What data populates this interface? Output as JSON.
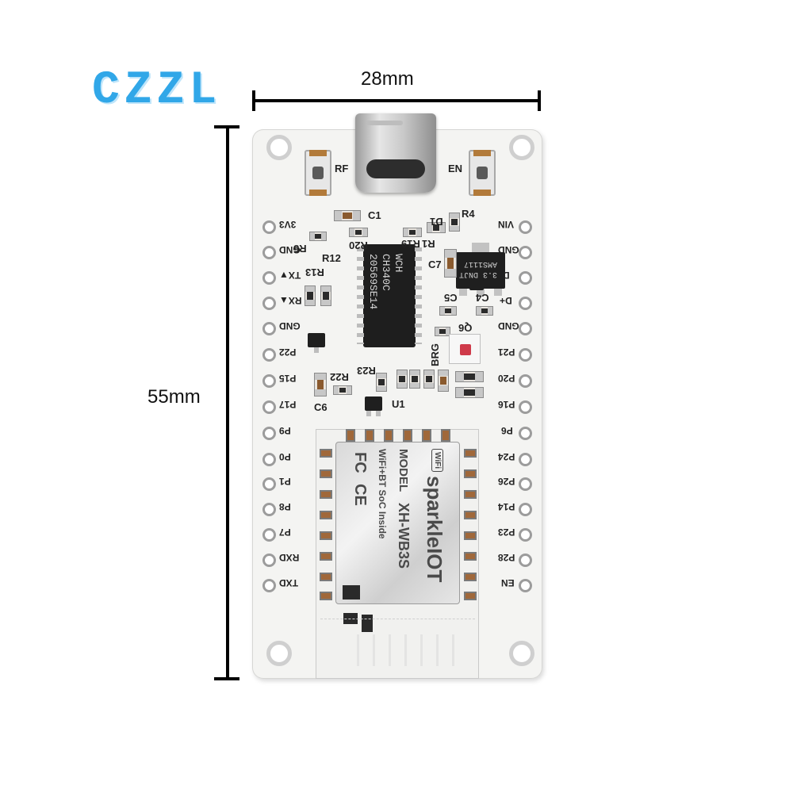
{
  "brand": {
    "logo_text": "CZZL"
  },
  "dimensions": {
    "width_label": "28mm",
    "height_label": "55mm"
  },
  "board": {
    "buttons": {
      "left_label": "RF",
      "right_label": "EN"
    },
    "left_pins": [
      "3V3",
      "GND",
      "TX▼",
      "RX▲",
      "GND",
      "P22",
      "P15",
      "P17",
      "P9",
      "P0",
      "P1",
      "P8",
      "P7",
      "RXD",
      "TXD"
    ],
    "right_pins": [
      "VIN",
      "GND",
      "D-",
      "D+",
      "GND",
      "P21",
      "P20",
      "P16",
      "P6",
      "P24",
      "P26",
      "P14",
      "P23",
      "P28",
      "EN"
    ],
    "silk_labels": {
      "c1": "C1",
      "r4": "R4",
      "d1": "D1",
      "r5": "R5",
      "r20": "R20",
      "r19": "R19",
      "r1": "R1",
      "c7": "C7",
      "r13": "R13",
      "r12": "R12",
      "c5": "C5",
      "c4": "C4",
      "q6": "Q6",
      "brg": "BRG",
      "r22": "R22",
      "r23": "R23",
      "c6": "C6",
      "u1": "U1"
    },
    "ic_main": {
      "line1": "CH340C",
      "line2": "20569SE14",
      "logo": "WCH"
    },
    "regulator": {
      "line1": "3.3 DNJT",
      "line2": "AMS1117"
    },
    "module": {
      "brand": "sparkleIOT",
      "model_prefix": "MODEL",
      "model": "XH-WB3S",
      "subtitle": "WiFi+BT SoC Inside",
      "wifi_badge": "WiFi",
      "cert_marks": [
        "FC",
        "CE"
      ]
    }
  },
  "colors": {
    "logo": "#31a7e8",
    "board": "#f4f4f2",
    "chip": "#1e1e1e",
    "pad": "#a0683a"
  }
}
